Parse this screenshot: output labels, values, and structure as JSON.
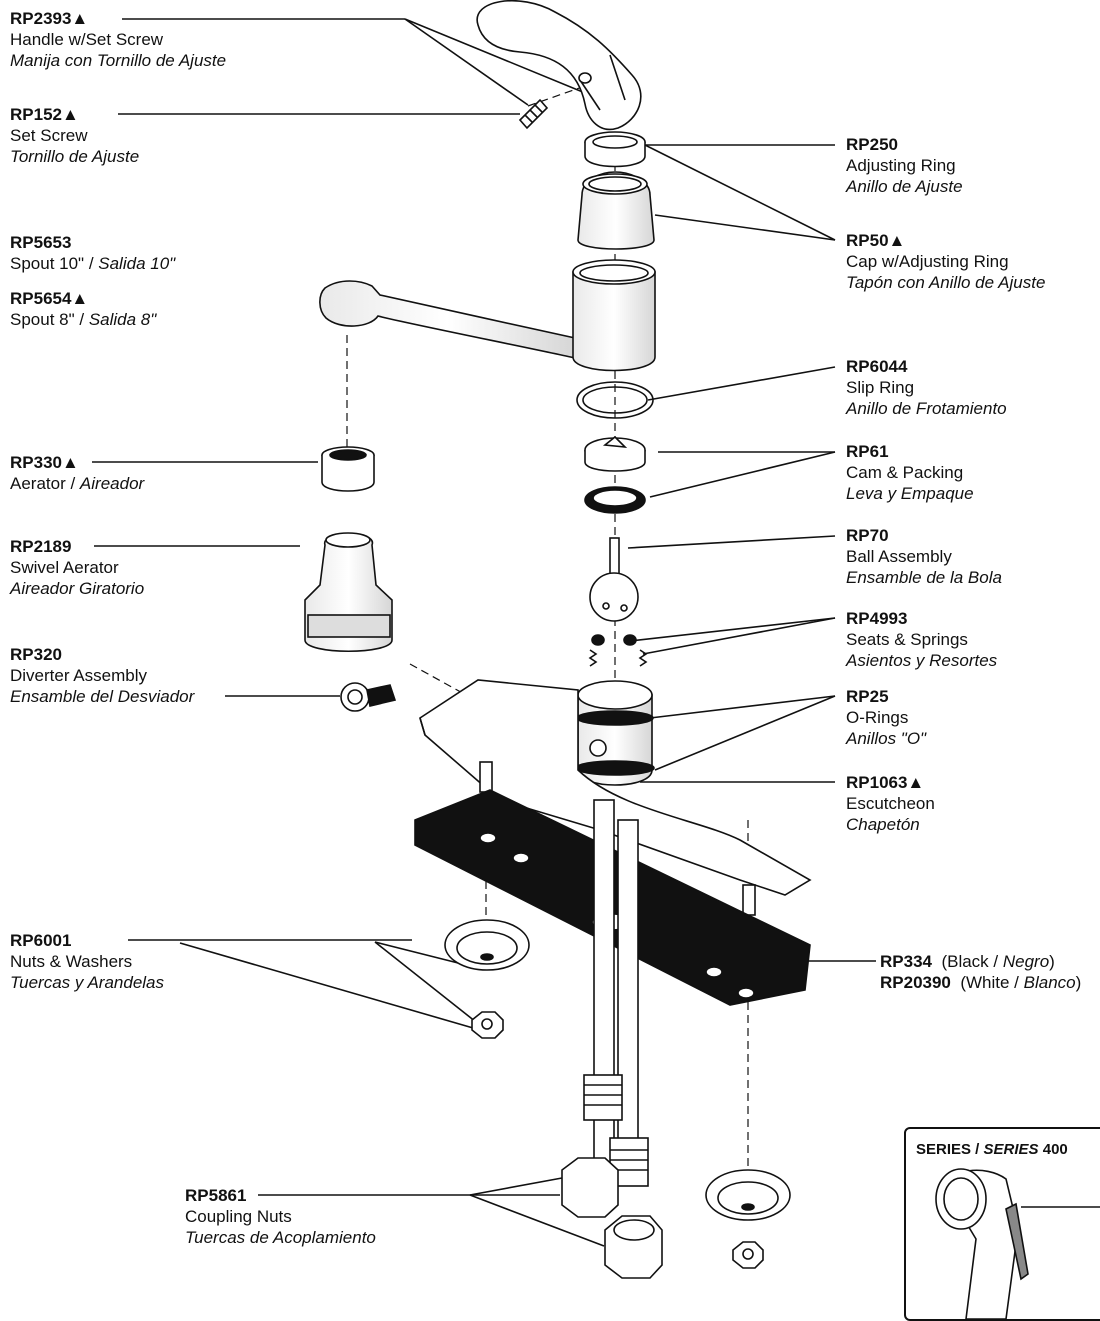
{
  "parts": {
    "rp2393": {
      "number": "RP2393▲",
      "en": "Handle w/Set Screw",
      "es": "Manija con Tornillo de Ajuste"
    },
    "rp152": {
      "number": "RP152▲",
      "en": "Set Screw",
      "es": "Tornillo de Ajuste"
    },
    "rp5653": {
      "number": "RP5653",
      "en": "Spout 10\" / ",
      "es": "Salida 10\""
    },
    "rp5654": {
      "number": "RP5654▲",
      "en": "Spout 8\" / ",
      "es": "Salida 8\""
    },
    "rp330": {
      "number": "RP330▲",
      "en": "Aerator / ",
      "es": "Aireador"
    },
    "rp2189": {
      "number": "RP2189",
      "en": "Swivel Aerator",
      "es": "Aireador Giratorio"
    },
    "rp320": {
      "number": "RP320",
      "en": "Diverter Assembly",
      "es": "Ensamble del Desviador"
    },
    "rp6001": {
      "number": "RP6001",
      "en": "Nuts & Washers",
      "es": "Tuercas y Arandelas"
    },
    "rp5861": {
      "number": "RP5861",
      "en": "Coupling Nuts",
      "es": "Tuercas de Acoplamiento"
    },
    "rp250": {
      "number": "RP250",
      "en": "Adjusting Ring",
      "es": "Anillo de Ajuste"
    },
    "rp50": {
      "number": "RP50▲",
      "en": "Cap w/Adjusting Ring",
      "es": "Tapón con Anillo de Ajuste"
    },
    "rp6044": {
      "number": "RP6044",
      "en": "Slip Ring",
      "es": "Anillo de Frotamiento"
    },
    "rp61": {
      "number": "RP61",
      "en": "Cam & Packing",
      "es": "Leva y Empaque"
    },
    "rp70": {
      "number": "RP70",
      "en": "Ball Assembly",
      "es": "Ensamble de la Bola"
    },
    "rp4993": {
      "number": "RP4993",
      "en": "Seats & Springs",
      "es": "Asientos y Resortes"
    },
    "rp25": {
      "number": "RP25",
      "en": "O-Rings",
      "es": "Anillos \"O\""
    },
    "rp1063": {
      "number": "RP1063▲",
      "en": "Escutcheon",
      "es": "Chapetón"
    },
    "rp334": {
      "number": "RP334",
      "en_pre": "(Black / ",
      "es": "Negro",
      "en_post": ")"
    },
    "rp20390": {
      "number": "RP20390",
      "en_pre": "(White / ",
      "es": "Blanco",
      "en_post": ")"
    }
  },
  "series": {
    "label": "SERIES / ",
    "label_es": "SERIES",
    "number": "400"
  }
}
